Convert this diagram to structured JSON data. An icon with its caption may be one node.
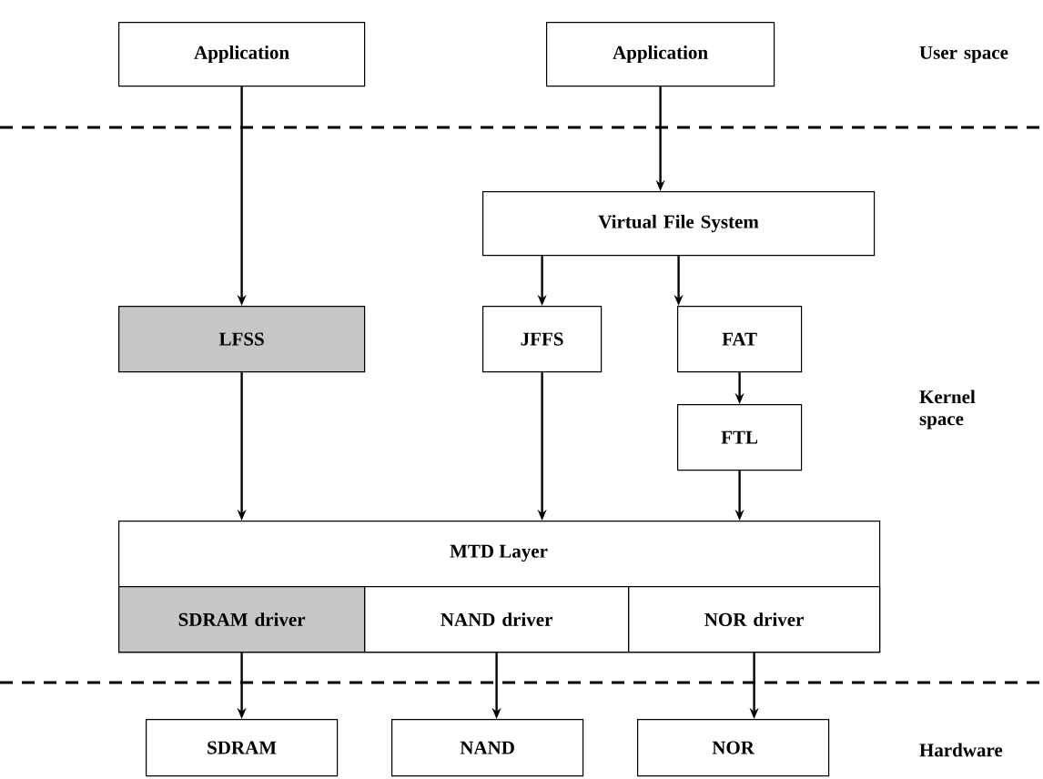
{
  "diagram": {
    "nodes": [
      {
        "text": [
          "Application"
        ]
      },
      {
        "text": [
          "Application"
        ]
      },
      {
        "text": [
          "Virtual File System"
        ]
      },
      {
        "text": [
          "LFSS"
        ]
      },
      {
        "text": [
          "JFFS"
        ]
      },
      {
        "text": [
          "FAT"
        ]
      },
      {
        "text": [
          "FTL"
        ]
      },
      {
        "text": [
          "MTD Layer"
        ]
      },
      {
        "text": [
          "SDRAM driver"
        ],
        "in": 7
      },
      {
        "text": [
          "NAND driver"
        ],
        "in": 7
      },
      {
        "text": [
          "NOR driver"
        ],
        "in": 7
      },
      {
        "text": [
          "SDRAM"
        ]
      },
      {
        "text": [
          "NAND"
        ]
      },
      {
        "text": [
          "NOR"
        ]
      }
    ],
    "edges": [
      {
        "from": 0,
        "to": 3,
        "arrow": "to"
      },
      {
        "from": 1,
        "to": 2,
        "arrow": "to"
      },
      {
        "from": 2,
        "to": 4,
        "arrow": "to"
      },
      {
        "from": 2,
        "to": 5,
        "arrow": "to"
      },
      {
        "from": 5,
        "to": 6,
        "arrow": "to"
      },
      {
        "from": 3,
        "to": 7,
        "arrow": "to"
      },
      {
        "from": 4,
        "to": 7,
        "arrow": "to"
      },
      {
        "from": 6,
        "to": 7,
        "arrow": "to"
      },
      {
        "from": 8,
        "to": 11,
        "arrow": "to"
      },
      {
        "from": 9,
        "to": 12,
        "arrow": "to"
      },
      {
        "from": 10,
        "to": 13,
        "arrow": "to"
      }
    ],
    "labels": [
      "User space",
      "Kernel space",
      "Hardware"
    ]
  }
}
